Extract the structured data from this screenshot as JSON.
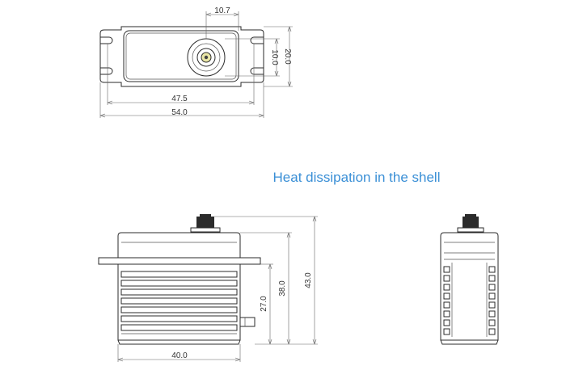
{
  "caption": {
    "text": "Heat dissipation in the shell",
    "color": "#3a8fd6"
  },
  "top_view": {
    "dims": {
      "shaft_offset": "10.7",
      "shaft_height": "10.0",
      "height": "20.0",
      "mount_spacing": "47.5",
      "length": "54.0"
    }
  },
  "side_view": {
    "dims": {
      "width": "40.0",
      "flange_height": "27.0",
      "body_height": "38.0",
      "total_height": "43.0"
    }
  },
  "colors": {
    "line": "#2b2b2b",
    "dimension": "#666666"
  }
}
